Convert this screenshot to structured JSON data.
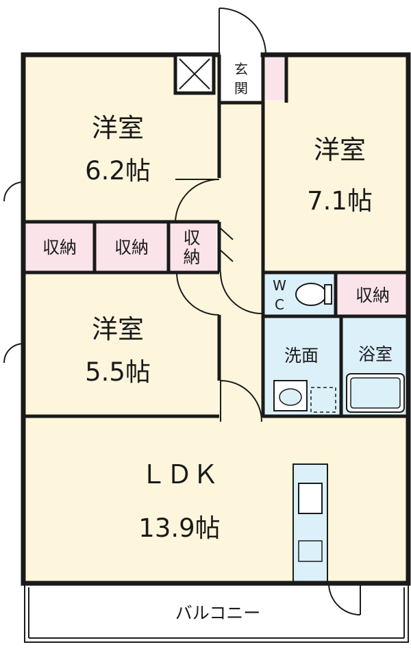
{
  "colors": {
    "room": "#fdf6dc",
    "storage": "#fbe3ea",
    "wet": "#dcf0fa",
    "wall": "#1a1a1a",
    "balcony": "#ffffff"
  },
  "rooms": {
    "western_a": {
      "name": "洋室",
      "size": "6.2帖"
    },
    "western_b": {
      "name": "洋室",
      "size": "7.1帖"
    },
    "western_c": {
      "name": "洋室",
      "size": "5.5帖"
    },
    "ldk": {
      "name": "ＬＤＫ",
      "size": "13.9帖"
    }
  },
  "storage": {
    "left": "収納",
    "middle": "収納",
    "small_top": "収",
    "small_bottom": "納",
    "right": "収納"
  },
  "entrance": {
    "top": "玄",
    "bottom": "関"
  },
  "wc": {
    "top": "W",
    "bottom": "C"
  },
  "washroom": "洗面",
  "bathroom": "浴室",
  "balcony": "バルコニー"
}
